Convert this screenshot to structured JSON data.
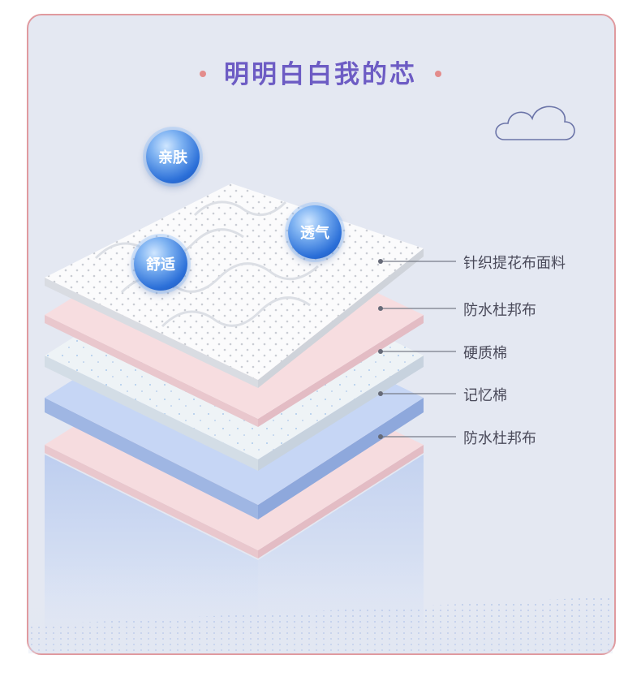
{
  "title": "明明白白我的芯",
  "bubbles": {
    "skin": "亲肤",
    "breathable": "透气",
    "comfort": "舒适"
  },
  "layers": [
    "针织提花布面料",
    "防水杜邦布",
    "硬质棉",
    "记忆棉",
    "防水杜邦布"
  ],
  "icons": [
    "cloud-icon"
  ],
  "colors": {
    "title": "#6d5cc4",
    "border": "#e09a9f",
    "background": "#e4e8f2",
    "bubble": "#2b6fd8"
  }
}
